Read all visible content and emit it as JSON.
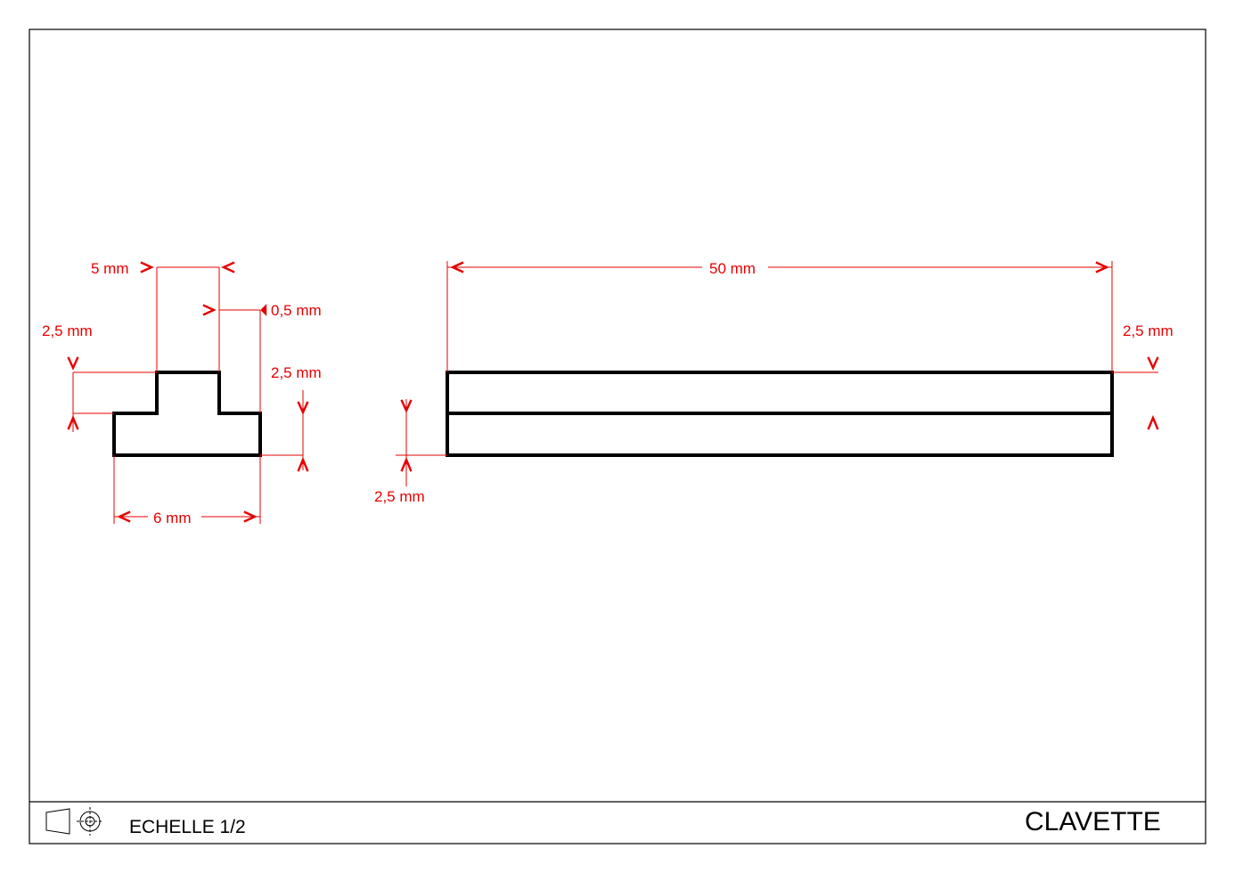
{
  "drawing": {
    "title": "CLAVETTE",
    "scale_label": "ECHELLE 1/2",
    "projection_symbol": "projection-symbol-icon"
  },
  "colors": {
    "outline": "#000000",
    "dimension": "#e60000",
    "background": "#ffffff"
  },
  "views": {
    "section": {
      "dims": {
        "top_width": "5 mm",
        "offset": "0,5 mm",
        "left_height": "2,5 mm",
        "right_height": "2,5 mm",
        "bottom_width": "6 mm"
      }
    },
    "side": {
      "dims": {
        "length": "50 mm",
        "right_height": "2,5 mm",
        "left_height": "2,5 mm"
      }
    }
  }
}
